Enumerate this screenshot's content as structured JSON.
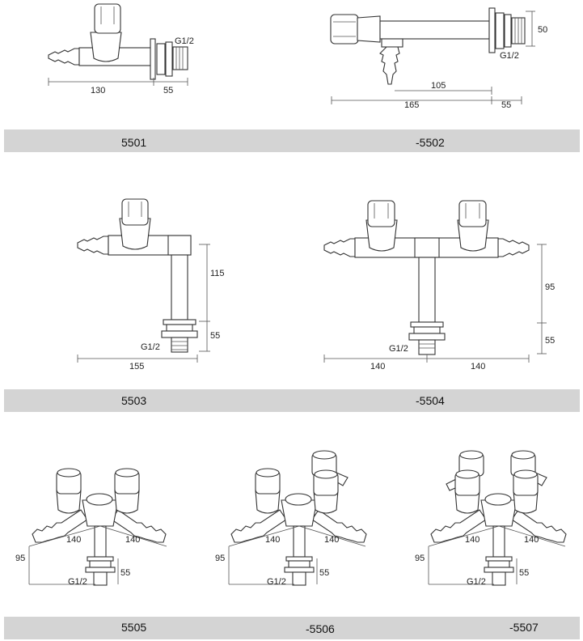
{
  "bands": [
    {
      "id": "band1",
      "labels": [
        "5501",
        "-5502"
      ]
    },
    {
      "id": "band2",
      "labels": [
        "5503",
        "-5504"
      ]
    },
    {
      "id": "band3",
      "labels": [
        "5505",
        "-5506",
        "-5507"
      ]
    }
  ],
  "d5501": {
    "len": "130",
    "thread_len": "55",
    "thread": "G1/2"
  },
  "d5502": {
    "height": "50",
    "thread": "G1/2",
    "inner": "105",
    "total": "165",
    "thread_len": "55"
  },
  "d5503": {
    "vert": "115",
    "thread_len": "55",
    "thread": "G1/2",
    "width": "155"
  },
  "d5504": {
    "vert": "95",
    "thread_len": "55",
    "thread": "G1/2",
    "left": "140",
    "right": "140"
  },
  "d5505": {
    "left": "140",
    "right": "140",
    "height": "95",
    "thread_len": "55",
    "thread": "G1/2"
  },
  "d5506": {
    "left": "140",
    "right": "140",
    "height": "95",
    "thread_len": "55",
    "thread": "G1/2"
  },
  "d5507": {
    "left": "140",
    "right": "140",
    "height": "95",
    "thread_len": "55",
    "thread": "G1/2"
  }
}
